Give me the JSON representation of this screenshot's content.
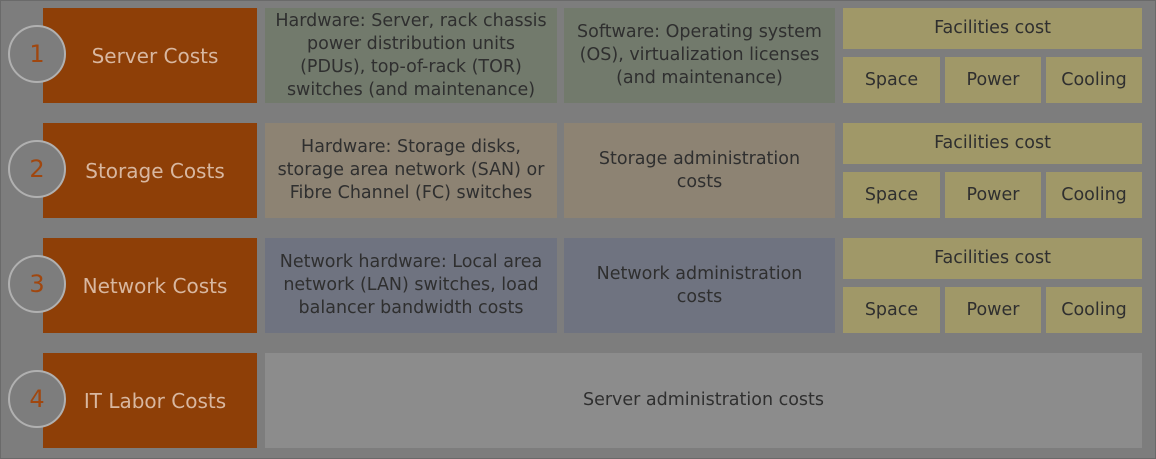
{
  "rows": [
    {
      "number": "1",
      "label": "Server Costs",
      "hardware": "Hardware: Server, rack chassis power distribution units (PDUs), top-of-rack (TOR) switches (and maintenance)",
      "software": "Software: Operating system (OS), virtualization licenses (and maintenance)"
    },
    {
      "number": "2",
      "label": "Storage Costs",
      "hardware": "Hardware: Storage disks, storage area network (SAN) or Fibre Channel (FC) switches",
      "software": "Storage administration costs"
    },
    {
      "number": "3",
      "label": "Network Costs",
      "hardware": "Network hardware: Local area network (LAN) switches, load balancer bandwidth costs",
      "software": "Network administration costs"
    },
    {
      "number": "4",
      "label": "IT Labor Costs",
      "wide": "Server administration costs"
    }
  ],
  "facilities": {
    "title": "Facilities cost",
    "space": "Space",
    "power": "Power",
    "cooling": "Cooling"
  },
  "colors": {
    "label": "#8e3f07",
    "server": "#727a6c",
    "storage": "#8d8373",
    "network": "#6f7380",
    "labor": "#8c8c8c",
    "facilities": "#a09868"
  }
}
